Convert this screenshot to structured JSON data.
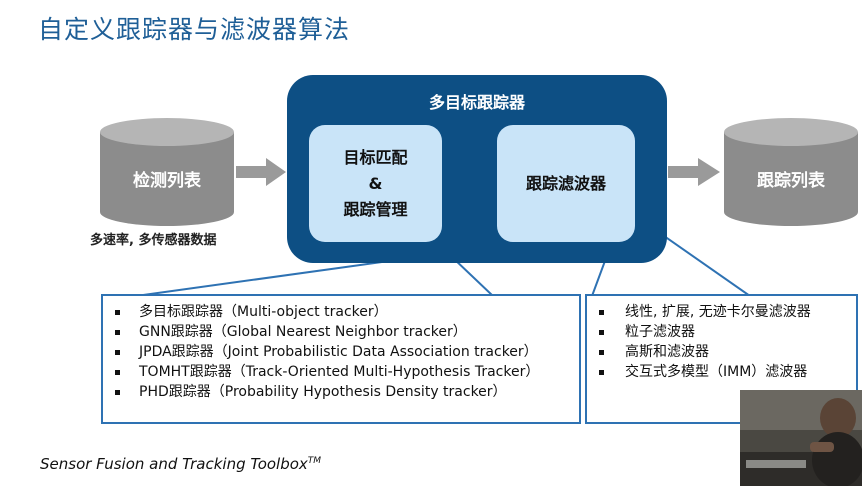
{
  "title": "自定义跟踪器与滤波器算法",
  "input": {
    "label": "检测列表",
    "caption": "多速率, 多传感器数据"
  },
  "tracker": {
    "title": "多目标跟踪器",
    "left_lines": [
      "目标匹配",
      "&",
      "跟踪管理"
    ],
    "right_label": "跟踪滤波器"
  },
  "output": {
    "label": "跟踪列表"
  },
  "trackers_list": [
    "多目标跟踪器（Multi-object tracker）",
    "GNN跟踪器（Global Nearest Neighbor tracker）",
    "JPDA跟踪器（Joint Probabilistic Data Association tracker）",
    "TOMHT跟踪器（Track-Oriented Multi-Hypothesis Tracker）",
    "PHD跟踪器（Probability Hypothesis Density tracker）"
  ],
  "filters_list": [
    "线性, 扩展, 无迹卡尔曼滤波器",
    "粒子滤波器",
    "高斯和滤波器",
    "交互式多模型（IMM）滤波器"
  ],
  "footer": {
    "text": "Sensor Fusion and Tracking Toolbox",
    "sup": "TM"
  },
  "colors": {
    "title": "#1f5f97",
    "tracker_box": "#0d4f84",
    "inner_box": "#c9e4f8",
    "cylinder": "#8c8c8c",
    "callout_border": "#2e72b3"
  }
}
